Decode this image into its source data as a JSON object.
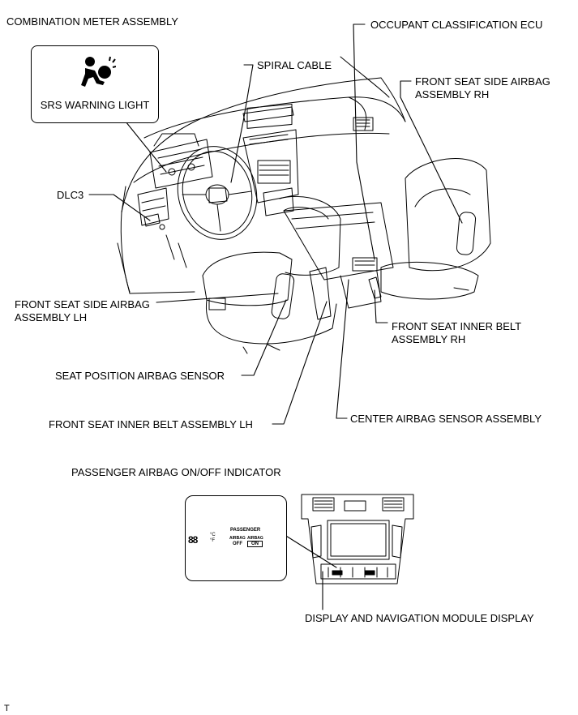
{
  "labels": {
    "combination_meter": "COMBINATION METER ASSEMBLY",
    "occupant_ecu": "OCCUPANT CLASSIFICATION ECU",
    "spiral_cable": "SPIRAL CABLE",
    "front_seat_side_rh": "FRONT SEAT SIDE AIRBAG\nASSEMBLY RH",
    "srs_warning_light": "SRS WARNING LIGHT",
    "dlc3": "DLC3",
    "front_seat_side_lh": "FRONT SEAT SIDE AIRBAG\nASSEMBLY LH",
    "inner_belt_rh": "FRONT SEAT INNER BELT\nASSEMBLY RH",
    "seat_position_sensor": "SEAT POSITION AIRBAG SENSOR",
    "inner_belt_lh": "FRONT SEAT INNER BELT ASSEMBLY LH",
    "center_sensor": "CENTER AIRBAG SENSOR ASSEMBLY",
    "passenger_indicator": "PASSENGER AIRBAG ON/OFF INDICATOR",
    "display_module": "DISPLAY AND NAVIGATION MODULE DISPLAY",
    "footer_mark": "T"
  },
  "inset_display": {
    "passenger": "PASSENGER",
    "segment_readout": "88",
    "units": "°C\n°F",
    "airbag_left": "AIRBAG",
    "airbag_right": "AIRBAG",
    "off": "OFF",
    "on": "ON"
  }
}
